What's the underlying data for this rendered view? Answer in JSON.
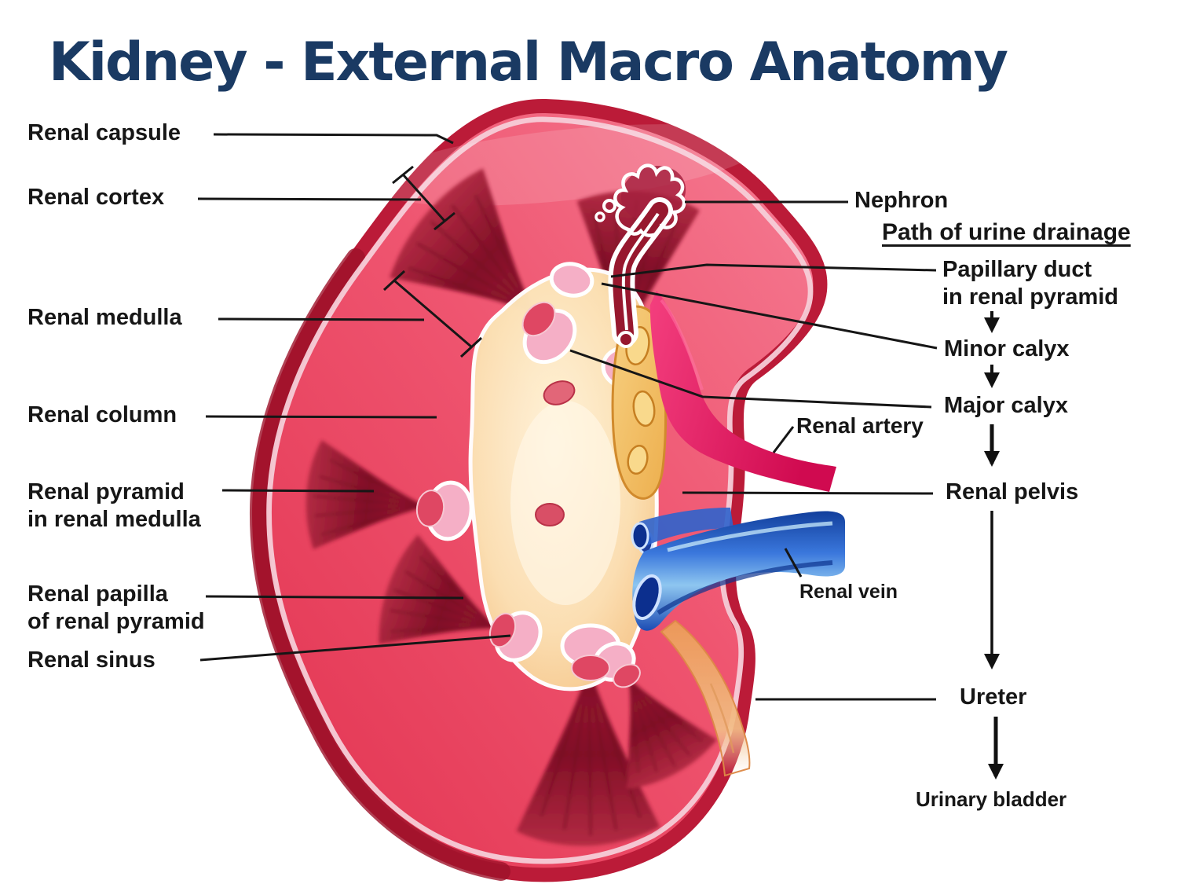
{
  "slide": {
    "title": "Kidney - External Macro Anatomy"
  },
  "left_labels": {
    "renal_capsule": "Renal capsule",
    "renal_cortex": "Renal cortex",
    "renal_medulla": "Renal medulla",
    "renal_column": "Renal column",
    "renal_pyramid_line1": "Renal pyramid",
    "renal_pyramid_line2": "in renal medulla",
    "renal_papilla_line1": "Renal papilla",
    "renal_papilla_line2": "of renal pyramid",
    "renal_sinus": "Renal sinus"
  },
  "right_labels": {
    "nephron": "Nephron",
    "flow_heading": "Path of urine drainage",
    "papillary_duct_line1": "Papillary duct",
    "papillary_duct_line2": "in renal pyramid",
    "minor_calyx": "Minor calyx",
    "major_calyx": "Major calyx",
    "renal_artery": "Renal artery",
    "renal_pelvis": "Renal pelvis",
    "renal_vein": "Renal vein",
    "ureter": "Ureter",
    "urinary_bladder": "Urinary bladder"
  },
  "flow_sequence": [
    "Papillary duct in renal pyramid",
    "Minor calyx",
    "Major calyx",
    "Renal pelvis",
    "Ureter",
    "Urinary bladder"
  ],
  "colors": {
    "title_text": "#1a3a63",
    "label_text": "#161616",
    "leader_line": "#161616",
    "capsule_rim": "#bb1b38",
    "cortex_pink": "#ee4b66",
    "pyramid_dark_red": "#7e0e26",
    "calyx_pink": "#f5afc6",
    "sinus_cream": "#fbe2b4",
    "fat_yellow": "#f5c06a",
    "artery_crimson": "#e8145c",
    "vein_blue": "#2f6fd8",
    "ureter_tan": "#f0aa6c",
    "background": "#ffffff"
  }
}
